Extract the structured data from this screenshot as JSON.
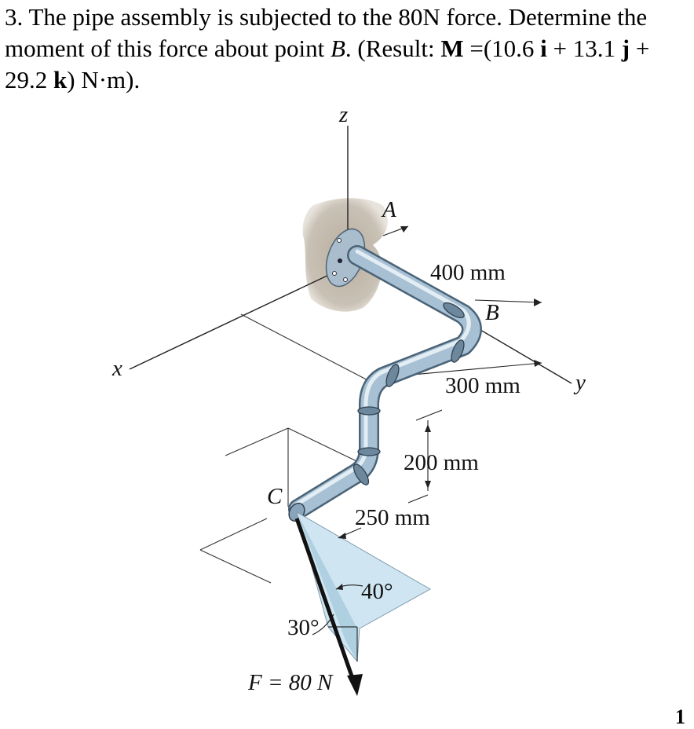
{
  "problem": {
    "number": "3.",
    "text_1": " The pipe assembly is subjected to the 80N force. Determine the moment of this force about point ",
    "point": "B",
    "text_2": ". (Result: ",
    "moment_symbol": "M",
    "text_3": " =(10.6 ",
    "i": "i",
    "text_4": " + 13.1 ",
    "j": "j",
    "text_5": " + 29.2 ",
    "k": "k",
    "text_6": ") N·m)."
  },
  "figure": {
    "axes": {
      "x": "x",
      "y": "y",
      "z": "z"
    },
    "points": {
      "A": "A",
      "B": "B",
      "C": "C"
    },
    "dimensions": {
      "d400": "400 mm",
      "d300": "300 mm",
      "d200": "200 mm",
      "d250": "250 mm"
    },
    "angles": {
      "a40": "40°",
      "a30": "30°"
    },
    "force": {
      "label": "F = 80 N"
    }
  },
  "page_number": "1",
  "colors": {
    "pipe": "#9fb8cc",
    "pipe_dark": "#5e7a92",
    "wall": "#bfb7ab",
    "plane": "#cfe6f2"
  }
}
